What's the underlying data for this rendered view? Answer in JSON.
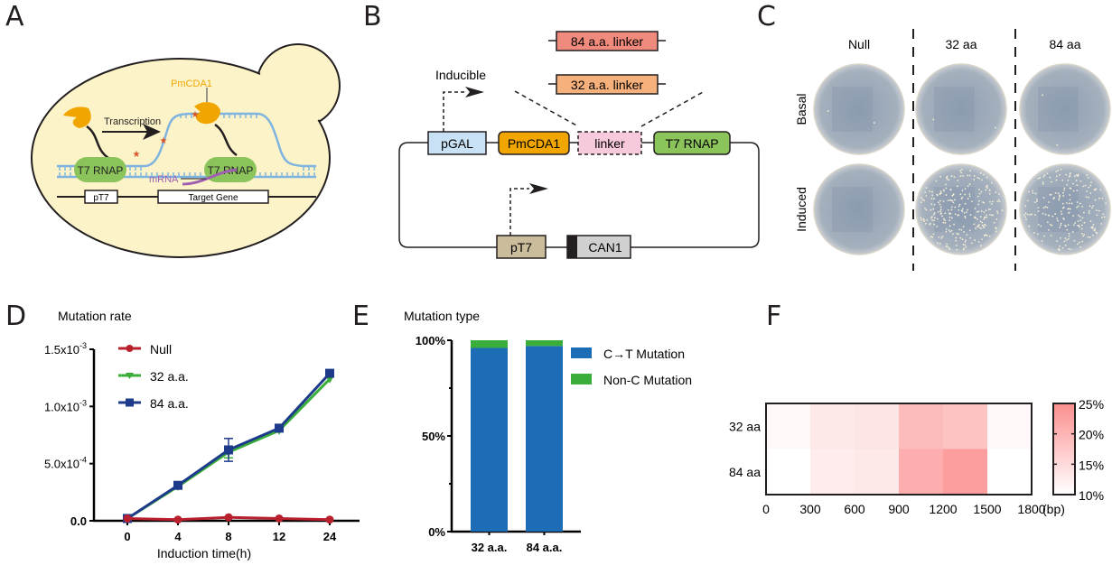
{
  "panels": {
    "A": {
      "letter": "A",
      "labels": {
        "pmcda1": "PmCDA1",
        "transcription": "Transcription",
        "t7rnap_left": "T7 RNAP",
        "t7rnap_right": "T7 RNAP",
        "mrna": "mRNA",
        "pt7": "pT7",
        "target_gene": "Target Gene"
      },
      "colors": {
        "cell": "#fdf3c8",
        "dna": "#7fb4e0",
        "enzyme": "#f0a500",
        "rnap": "#8bc45b",
        "mrna": "#a05fb0",
        "star": "#d9532b"
      }
    },
    "B": {
      "letter": "B",
      "labels": {
        "linker84": "84 a.a. linker",
        "linker32": "32 a.a. linker",
        "inducible": "Inducible",
        "pgal": "pGAL",
        "pmcda1": "PmCDA1",
        "linker": "linker",
        "t7rnap": "T7 RNAP",
        "pt7": "pT7",
        "can1": "CAN1"
      },
      "colors": {
        "linker84": "#f08a7d",
        "linker32": "#f6b07c",
        "pgal": "#c9e1f5",
        "pmcda1": "#f0a500",
        "linker": "#f7c9dc",
        "t7rnap": "#8bc45b",
        "pt7": "#cbbd9c",
        "can1": "#d0d0d0"
      }
    },
    "C": {
      "letter": "C",
      "columns": [
        "Null",
        "32 aa",
        "84 aa"
      ],
      "rows": [
        "Basal",
        "Induced"
      ],
      "colony_density": [
        [
          0.0,
          0.0,
          0.0
        ],
        [
          0.0,
          1.0,
          0.8
        ]
      ]
    },
    "D": {
      "letter": "D",
      "title": "Mutation rate",
      "legend": [
        "Null",
        "32 a.a.",
        "84 a.a."
      ]
    },
    "E": {
      "letter": "E",
      "title": "Mutation type",
      "legend": [
        "C→T Mutation",
        "Non-C Mutation"
      ]
    },
    "F": {
      "letter": "F"
    }
  },
  "chart_data": [
    {
      "id": "D",
      "type": "line",
      "title": "Mutation rate",
      "xlabel": "Induction time(h)",
      "ylabel": "",
      "categories": [
        "0",
        "4",
        "8",
        "12",
        "24"
      ],
      "ylim": [
        0,
        0.0015
      ],
      "yticks": [
        {
          "value": 0,
          "label": "0.0",
          "exp": ""
        },
        {
          "value": 0.0005,
          "label": "5.0x10",
          "exp": "-4"
        },
        {
          "value": 0.001,
          "label": "1.0x10",
          "exp": "-3"
        },
        {
          "value": 0.0015,
          "label": "1.5x10",
          "exp": "-3"
        }
      ],
      "series": [
        {
          "name": "Null",
          "color": "#b8202e",
          "marker": "circle",
          "values": [
            2e-05,
            1e-05,
            3e-05,
            2e-05,
            1e-05
          ],
          "errors": [
            0,
            0,
            0,
            0,
            0
          ]
        },
        {
          "name": "32 a.a.",
          "color": "#3aad3a",
          "marker": "triangle-down",
          "values": [
            2e-05,
            0.0003,
            0.0006,
            0.00079,
            0.00124
          ],
          "errors": [
            0,
            0,
            5e-05,
            0,
            0
          ]
        },
        {
          "name": "84 a.a.",
          "color": "#1e3a8a",
          "marker": "square",
          "values": [
            2e-05,
            0.00031,
            0.00062,
            0.00081,
            0.00129
          ],
          "errors": [
            0,
            0,
            0.0001,
            0,
            0
          ]
        }
      ],
      "legend_position": "top-left"
    },
    {
      "id": "E",
      "type": "bar",
      "stacked": true,
      "title": "Mutation type",
      "categories": [
        "32 a.a.",
        "84 a.a."
      ],
      "ylim": [
        0,
        100
      ],
      "yticks": [
        {
          "value": 0,
          "label": "0%"
        },
        {
          "value": 50,
          "label": "50%"
        },
        {
          "value": 100,
          "label": "100%"
        }
      ],
      "series": [
        {
          "name": "C→T Mutation",
          "color": "#1c6db6",
          "values": [
            96,
            97
          ]
        },
        {
          "name": "Non-C Mutation",
          "color": "#3aad3a",
          "values": [
            4,
            3
          ]
        }
      ],
      "legend_position": "right"
    },
    {
      "id": "F",
      "type": "heatmap",
      "rows": [
        "32 aa",
        "84 aa"
      ],
      "x_edges": [
        "0",
        "300",
        "600",
        "900",
        "1200",
        "1500",
        "1800"
      ],
      "x_unit": "(bp)",
      "values": [
        [
          11,
          13,
          13.5,
          19,
          18,
          11
        ],
        [
          10,
          12.5,
          13,
          21,
          23,
          10
        ]
      ],
      "colorbar": {
        "min": 10,
        "max": 25,
        "ticks": [
          "10%",
          "15%",
          "20%",
          "25%"
        ],
        "low_color": "#ffffff",
        "high_color": "#fc8f8f"
      }
    }
  ]
}
